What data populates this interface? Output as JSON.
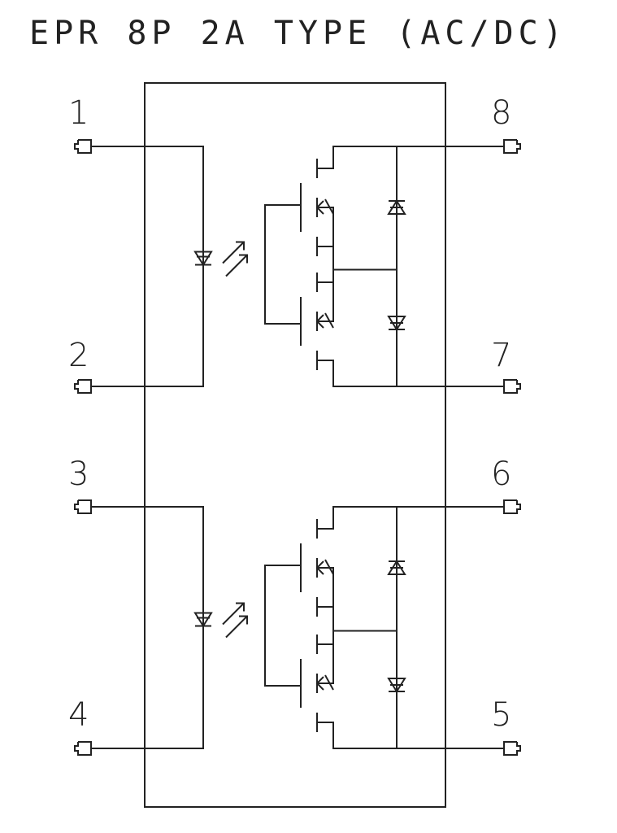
{
  "title": "EPR 8P 2A TYPE (AC/DC)",
  "pins": {
    "p1": "1",
    "p2": "2",
    "p3": "3",
    "p4": "4",
    "p5": "5",
    "p6": "6",
    "p7": "7",
    "p8": "8"
  },
  "colors": {
    "line": "#222222",
    "background": "#ffffff"
  }
}
